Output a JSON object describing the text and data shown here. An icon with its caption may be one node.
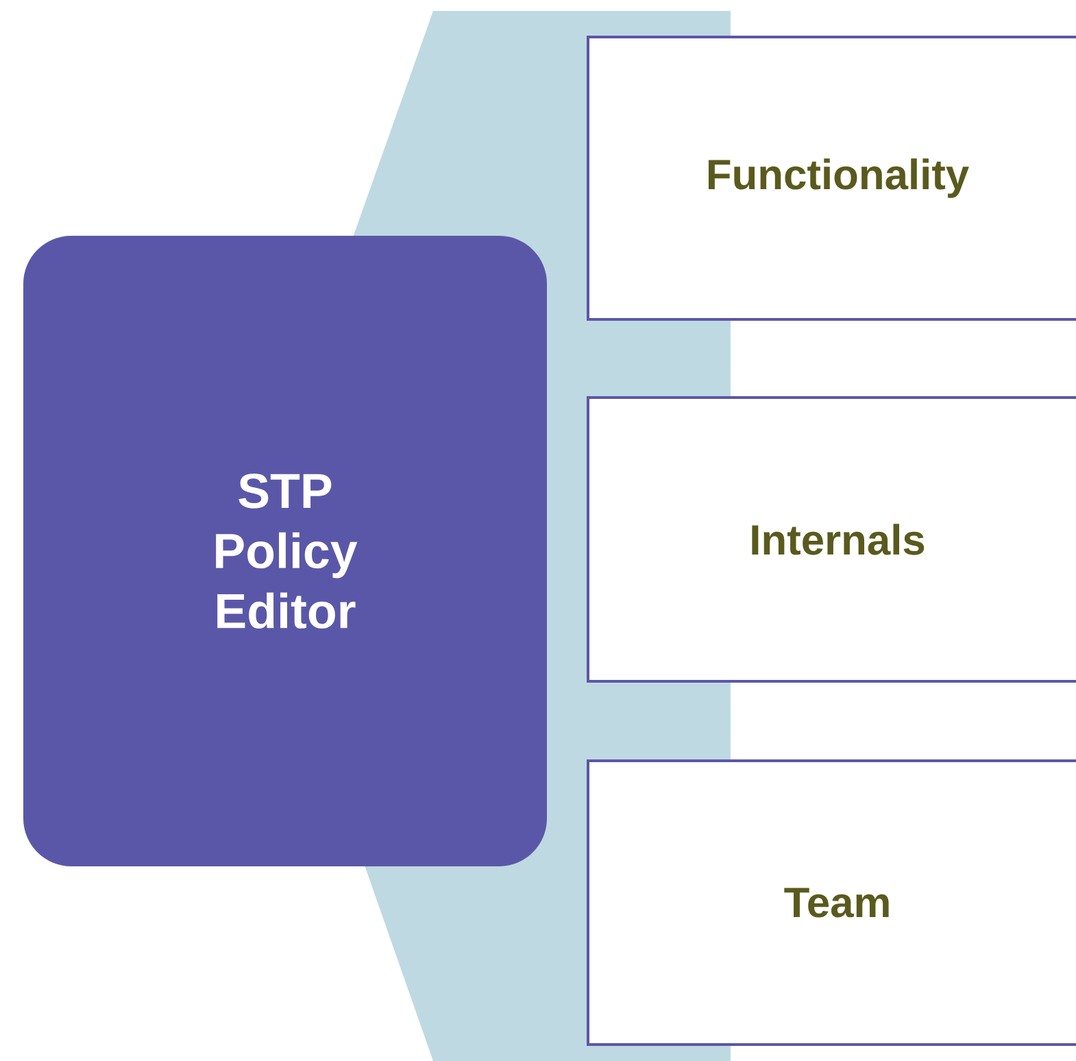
{
  "diagram": {
    "nodes": [
      {
        "text": [
          "STP Policy Editor"
        ]
      },
      {
        "text": [
          "Functionality"
        ]
      },
      {
        "text": [
          "Internals"
        ]
      },
      {
        "text": [
          "Team"
        ]
      }
    ]
  }
}
